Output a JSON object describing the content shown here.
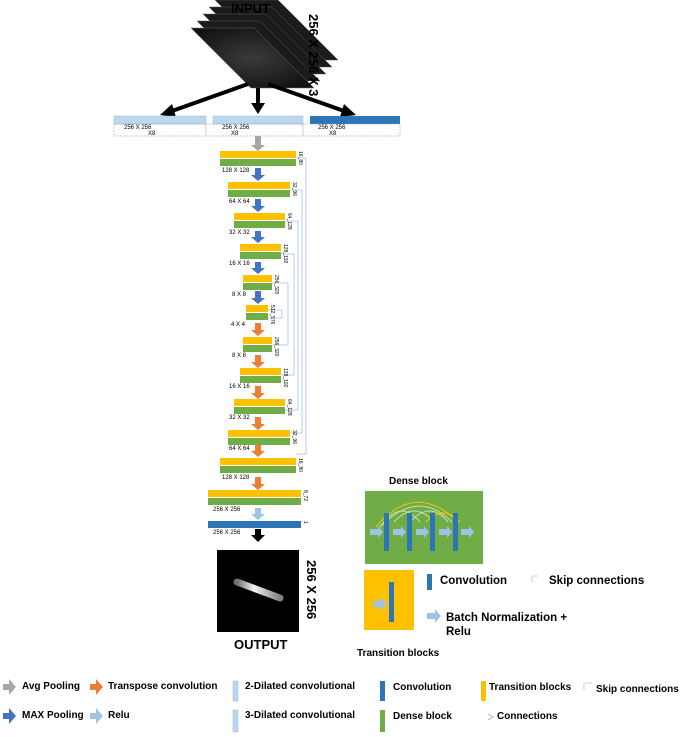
{
  "header": {
    "input_label": "INPUT",
    "input_size": "256 X 256 X 3"
  },
  "branches": [
    {
      "size": "256 X 256",
      "mult": "X8",
      "color": "#bdd7ee"
    },
    {
      "size": "256 X 256",
      "mult": "X8",
      "color": "#bdd7ee"
    },
    {
      "size": "256 X 256",
      "mult": "X8",
      "color": "#2e75b6"
    }
  ],
  "network": {
    "encoder_blocks": [
      {
        "size": "128 X 128",
        "channels": "16_80"
      },
      {
        "size": "64 X 64",
        "channels": "32_96"
      },
      {
        "size": "32 X 32",
        "channels": "64_128"
      },
      {
        "size": "16 X 16",
        "channels": "128_192"
      },
      {
        "size": "8 X 8",
        "channels": "256_320"
      },
      {
        "size": "4 X 4",
        "channels": "512_576"
      }
    ],
    "decoder_blocks": [
      {
        "size": "8 X 8",
        "channels": "256_320"
      },
      {
        "size": "16 X 16",
        "channels": "128_192"
      },
      {
        "size": "32 X 32",
        "channels": "64_128"
      },
      {
        "size": "64 X 64",
        "channels": "32_96"
      },
      {
        "size": "128 X 128",
        "channels": "16_80"
      },
      {
        "size": "256 X 256",
        "channels": "8_72"
      }
    ],
    "final_conv": {
      "size": "256 X 256",
      "channels": "1"
    }
  },
  "output": {
    "label": "OUTPUT",
    "size": "256 X 256"
  },
  "key": {
    "dense_block_title": "Dense block",
    "convolution": "Convolution",
    "skip_connections": "Skip connections",
    "bn_relu": "Batch Normalization + Relu",
    "transition_blocks": "Transition blocks"
  },
  "legend": {
    "avg_pooling": "Avg Pooling",
    "transpose_conv": "Transpose convolution",
    "dilated2": "2-Dilated convolutional",
    "convolution": "Convolution",
    "transition_blocks": "Transition blocks",
    "skip_connections": "Skip connections",
    "max_pooling": "MAX Pooling",
    "relu": "Relu",
    "dilated3": "3-Dilated convolutional",
    "dense_block": "Dense block",
    "connections": "Connections"
  },
  "colors": {
    "transition_yellow": "#ffc000",
    "dense_green": "#70ad47",
    "conv_blue": "#2e75b6",
    "light_blue": "#bdd7ee",
    "max_pool_blue": "#4472c4",
    "transpose_orange": "#ed7d31",
    "avg_pool_gray": "#a6a6a6",
    "relu_blue": "#9dc3e6"
  },
  "icons": [
    "gray-arrow-icon",
    "orange-arrow-icon",
    "blue-arrow-icon",
    "light-blue-arrow-icon"
  ]
}
